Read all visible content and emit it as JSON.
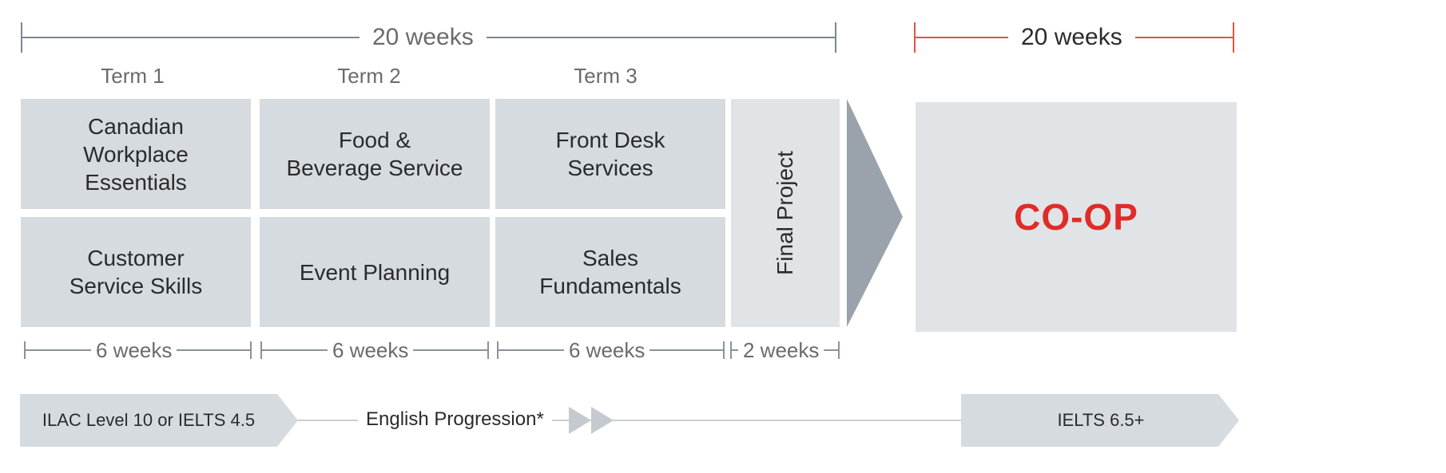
{
  "top_spans": {
    "program_duration": "20 weeks",
    "coop_duration": "20 weeks",
    "program_color": "#7d8793",
    "coop_color": "#e0553d"
  },
  "terms": [
    {
      "label": "Term 1",
      "courses": [
        "Canadian\nWorkplace\nEssentials",
        "Customer\nService Skills"
      ],
      "duration": "6 weeks"
    },
    {
      "label": "Term 2",
      "courses": [
        "Food &\nBeverage Service",
        "Event Planning"
      ],
      "duration": "6 weeks"
    },
    {
      "label": "Term 3",
      "courses": [
        "Front Desk\nServices",
        "Sales\nFundamentals"
      ],
      "duration": "6 weeks"
    }
  ],
  "final_project": {
    "label": "Final Project",
    "duration": "2 weeks"
  },
  "coop": {
    "label": "CO-OP",
    "color": "#e12b28"
  },
  "english": {
    "start_requirement": "ILAC Level 10 or IELTS 4.5",
    "progression_label": "English Progression*",
    "end_requirement": "IELTS 6.5+"
  },
  "colors": {
    "box": "#d6dbe0",
    "box_light": "#e1e4e7",
    "arrow": "#9aa2ab"
  }
}
